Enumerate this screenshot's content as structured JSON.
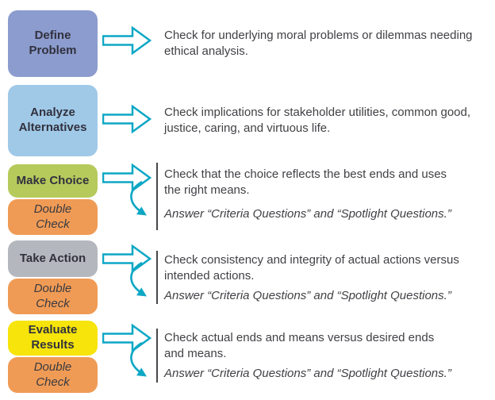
{
  "colors": {
    "arrow_accent": "#0DA7C5",
    "define_problem_box": "#8C9CCE",
    "analyze_alternatives_box": "#A0C9E8",
    "make_choice_box": "#B6CA5C",
    "take_action_box": "#B4B7BD",
    "evaluate_results_box": "#F6E40A",
    "double_check_box": "#F09B55",
    "box_label_text": "#31313E",
    "body_text": "#414045"
  },
  "steps": [
    {
      "label": "Define\nProblem",
      "description": "Check for underlying moral problems or dilemmas needing\nethical analysis."
    },
    {
      "label": "Analyze\nAlternatives",
      "description": "Check implications for stakeholder utilities, common good,\njustice, caring, and virtuous life."
    },
    {
      "label": "Make Choice",
      "description": "Check that the choice reflects the best ends and uses\nthe right means.",
      "double_check_label": "Double\nCheck",
      "answer_note": "Answer “Criteria Questions” and “Spotlight Questions.”"
    },
    {
      "label": "Take Action",
      "description": "Check consistency and integrity of actual actions versus\nintended actions.",
      "double_check_label": "Double\nCheck",
      "answer_note": "Answer “Criteria Questions” and “Spotlight Questions.”"
    },
    {
      "label": "Evaluate\nResults",
      "description": "Check actual ends and means versus desired ends\nand means.",
      "double_check_label": "Double\nCheck",
      "answer_note": "Answer “Criteria Questions” and “Spotlight Questions.”"
    }
  ]
}
